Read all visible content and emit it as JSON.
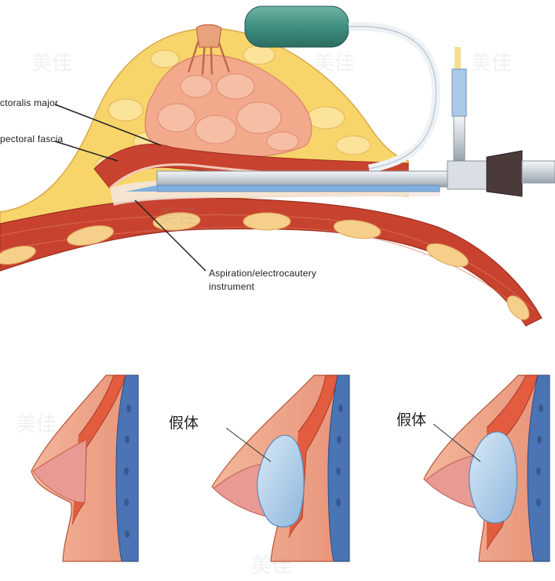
{
  "top_diagram": {
    "labels": {
      "pectoralis_major": "ctoralis major",
      "subpectoral_fascia": "pectoral fascia",
      "instrument_line1": "Aspiration/electrocautery",
      "instrument_line2": "instrument"
    }
  },
  "bottom_diagrams": {
    "implant_label_middle": "假体",
    "implant_label_right": "假体"
  },
  "watermark": "美佳",
  "colors": {
    "fat": "#f7d56a",
    "gland": "#f3a98c",
    "muscle": "#c8432f",
    "tube_green": "#3f8f80",
    "implant": "#a9cbe8",
    "chest_wall": "#4a74b4"
  }
}
